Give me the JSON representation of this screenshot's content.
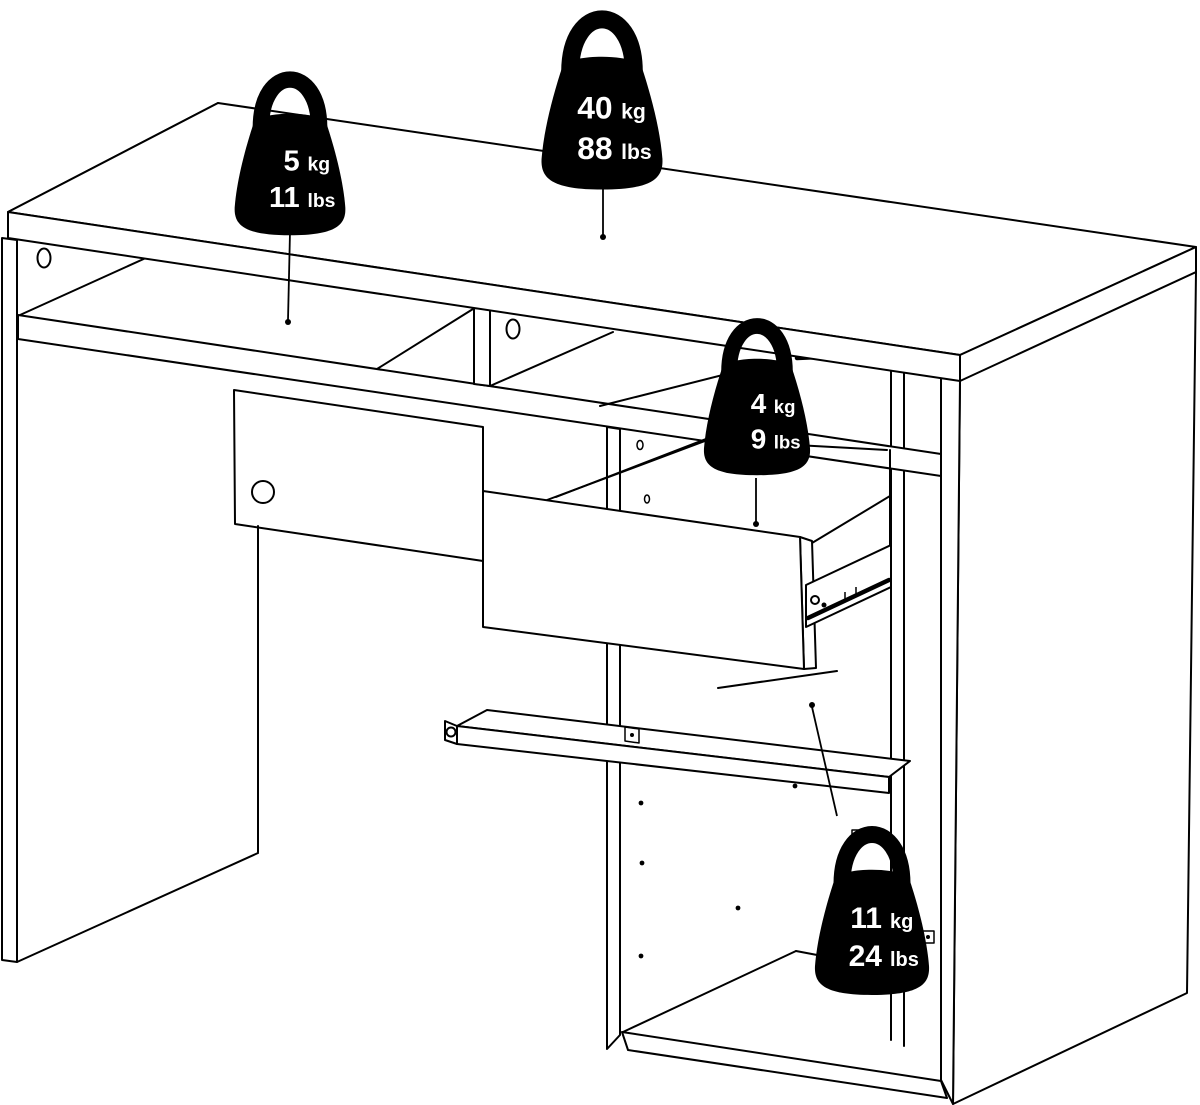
{
  "diagram": {
    "title": "desk-weight-capacity-diagram",
    "style": "black line drawing on white",
    "line_color": "#000000",
    "background_color": "#ffffff",
    "badge_fill": "#000000",
    "badge_text_color": "#ffffff"
  },
  "weights": [
    {
      "target": "open-shelf-compartment",
      "kg": "5",
      "kg_unit": "kg",
      "lbs": "11",
      "lbs_unit": "lbs"
    },
    {
      "target": "desktop-surface",
      "kg": "40",
      "kg_unit": "kg",
      "lbs": "88",
      "lbs_unit": "lbs"
    },
    {
      "target": "drawer",
      "kg": "4",
      "kg_unit": "kg",
      "lbs": "9",
      "lbs_unit": "lbs"
    },
    {
      "target": "lower-shelf",
      "kg": "11",
      "kg_unit": "kg",
      "lbs": "24",
      "lbs_unit": "lbs"
    }
  ]
}
